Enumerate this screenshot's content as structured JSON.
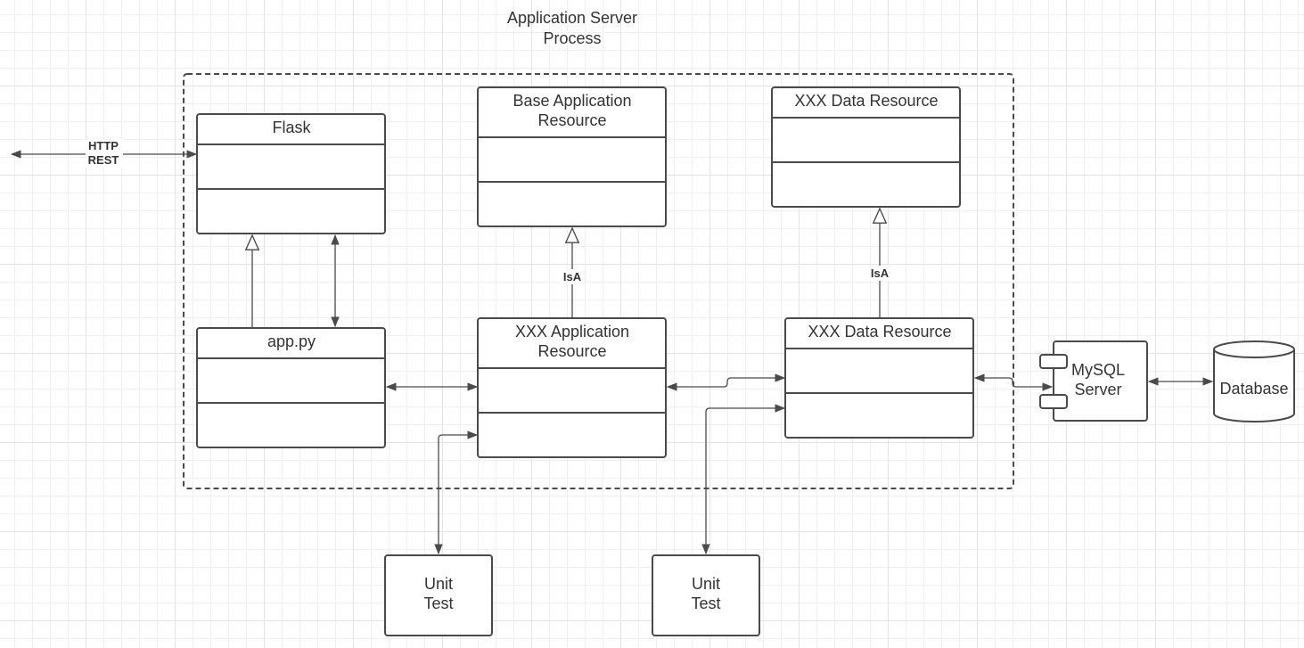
{
  "diagram": {
    "process_title_line1": "Application Server",
    "process_title_line2": "Process",
    "http_label_line1": "HTTP",
    "http_label_line2": "REST",
    "isa_label": "IsA",
    "classes": {
      "flask": {
        "name": "Flask"
      },
      "app_py": {
        "name": "app.py"
      },
      "base_app_resource": {
        "name_line1": "Base Application",
        "name_line2": "Resource"
      },
      "xxx_app_resource": {
        "name_line1": "XXX Application",
        "name_line2": "Resource"
      },
      "xxx_data_resource_base": {
        "name": "XXX Data Resource"
      },
      "xxx_data_resource": {
        "name": "XXX Data Resource"
      }
    },
    "mysql": {
      "line1": "MySQL",
      "line2": "Server"
    },
    "database": {
      "label": "Database"
    },
    "unit_test_1": {
      "line1": "Unit",
      "line2": "Test"
    },
    "unit_test_2": {
      "line1": "Unit",
      "line2": "Test"
    }
  },
  "colors": {
    "stroke": "#4a4a4a",
    "text": "#333333",
    "grid": "#e3e3e3",
    "background": "#ffffff"
  }
}
